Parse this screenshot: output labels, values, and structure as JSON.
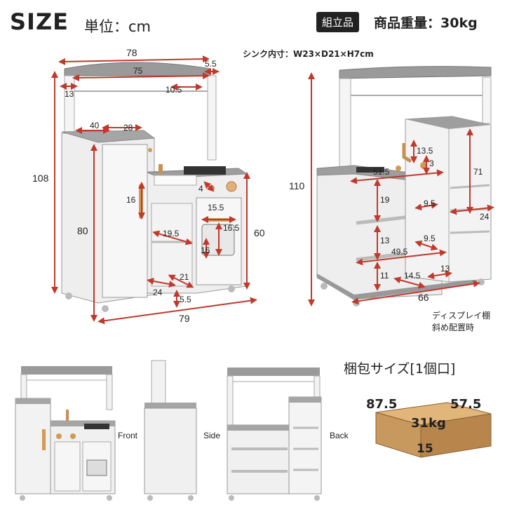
{
  "header": {
    "title": "SIZE",
    "unit_label": "単位：cm",
    "badge": "組立品",
    "weight": "商品重量：30kg"
  },
  "sink_spec": "シンク内寸：W23×D21×H7cm",
  "front_dims": {
    "d78": "78",
    "d5_5_top": "5.5",
    "d75": "75",
    "d13": "13",
    "d10_5": "10.5",
    "d40": "40",
    "d28": "28",
    "d108": "108",
    "d16": "16",
    "d4": "4",
    "d15_5": "15.5",
    "d16_5": "16.5",
    "d80": "80",
    "d60": "60",
    "d19_5": "19.5",
    "d16b": "16",
    "d21": "21",
    "d24": "24",
    "d5_5_bottom": "5.5",
    "d79": "79"
  },
  "side_dims": {
    "d110": "110",
    "d13_5": "13.5",
    "d3": "3",
    "d51_5": "51.5",
    "d71": "71",
    "d19": "19",
    "d9_5a": "9.5",
    "d24": "24",
    "d13a": "13",
    "d9_5b": "9.5",
    "d49_5": "49.5",
    "d11": "11",
    "d14_5": "14.5",
    "d13b": "13",
    "d66": "66"
  },
  "display_note": [
    "ディスプレイ棚",
    "斜め配置時"
  ],
  "views": {
    "front": "Front",
    "side": "Side",
    "back": "Back"
  },
  "package": {
    "title": "梱包サイズ[1個口]",
    "width": "87.5",
    "depth": "57.5",
    "weight": "31kg",
    "height": "15"
  },
  "colors": {
    "dim_line": "#c0392b",
    "cabinet": "#f2f2f2",
    "top": "#9a9a9a",
    "box": "#c8995e",
    "accent_wood": "#d39a55"
  }
}
